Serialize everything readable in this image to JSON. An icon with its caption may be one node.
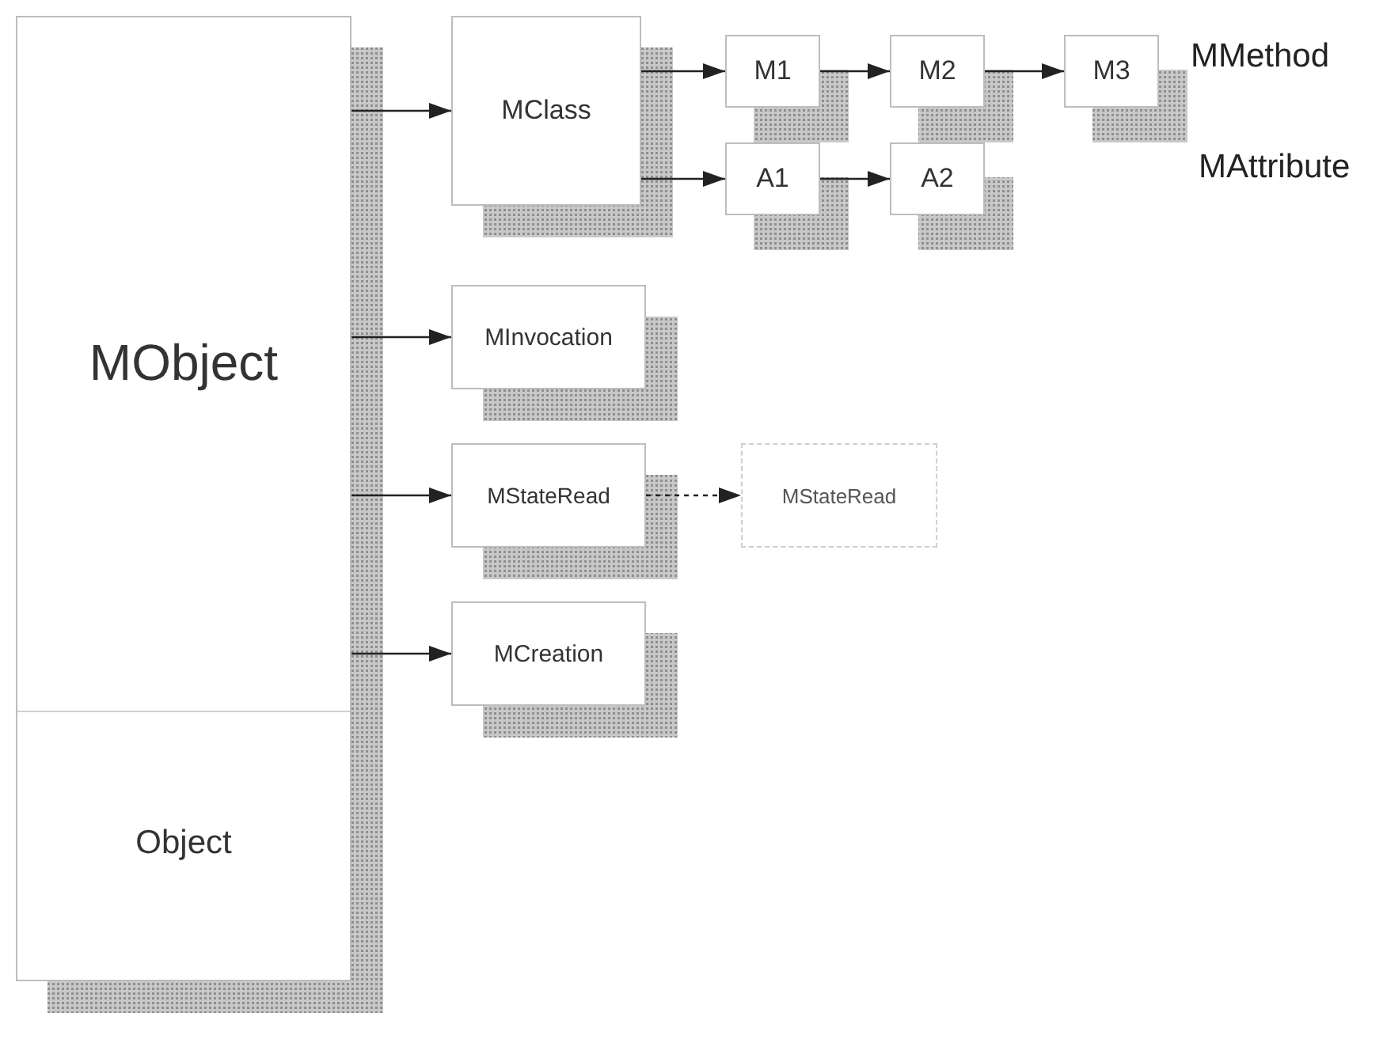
{
  "diagram": {
    "nodes": [
      {
        "text": [
          "MObject",
          "Object"
        ]
      },
      {
        "text": [
          "MClass"
        ]
      },
      {
        "text": [
          "M1"
        ]
      },
      {
        "text": [
          "M2"
        ]
      },
      {
        "text": [
          "M3"
        ]
      },
      {
        "text": [
          "A1"
        ]
      },
      {
        "text": [
          "A2"
        ]
      },
      {
        "text": [
          "MInvocation"
        ]
      },
      {
        "text": [
          "MStateRead"
        ]
      },
      {
        "text": [
          "MStateRead"
        ]
      },
      {
        "text": [
          "MCreation"
        ]
      }
    ],
    "edges": [
      {
        "from": 0,
        "to": 1,
        "arrow": "to"
      },
      {
        "from": 1,
        "to": 2,
        "arrow": "to"
      },
      {
        "from": 2,
        "to": 3,
        "arrow": "to"
      },
      {
        "from": 3,
        "to": 4,
        "arrow": "to"
      },
      {
        "from": 1,
        "to": 5,
        "arrow": "to"
      },
      {
        "from": 5,
        "to": 6,
        "arrow": "to"
      },
      {
        "from": 0,
        "to": 7,
        "arrow": "to"
      },
      {
        "from": 0,
        "to": 8,
        "arrow": "to"
      },
      {
        "from": 8,
        "to": 9,
        "arrow": "to",
        "style": "dashed"
      },
      {
        "from": 0,
        "to": 10,
        "arrow": "to"
      }
    ],
    "labels": [
      "MMethod",
      "MAttribute"
    ]
  }
}
